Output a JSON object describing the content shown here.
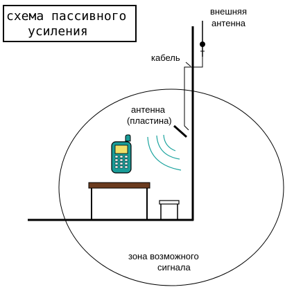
{
  "diagram": {
    "title_lines": [
      "схема пассивного",
      "усиления"
    ],
    "outer_antenna_lines": [
      "внешняя",
      "антенна"
    ],
    "cable_label": "кабель",
    "inner_antenna_lines": [
      "антенна",
      "(пластина)"
    ],
    "zone_lines": [
      "зона возможного",
      "сигнала"
    ],
    "colors": {
      "lines": "#000000",
      "signal_waves": "#1aa39e",
      "phone_body": "#1a9c98",
      "phone_screen": "#f0e06a",
      "phone_keys": "#ffffff",
      "table": "#6b3b1e",
      "background": "#ffffff"
    },
    "icons": {
      "phone": "mobile-phone-icon",
      "table": "table-icon",
      "stool": "stool-icon",
      "outer_antenna": "antenna-icon"
    }
  }
}
